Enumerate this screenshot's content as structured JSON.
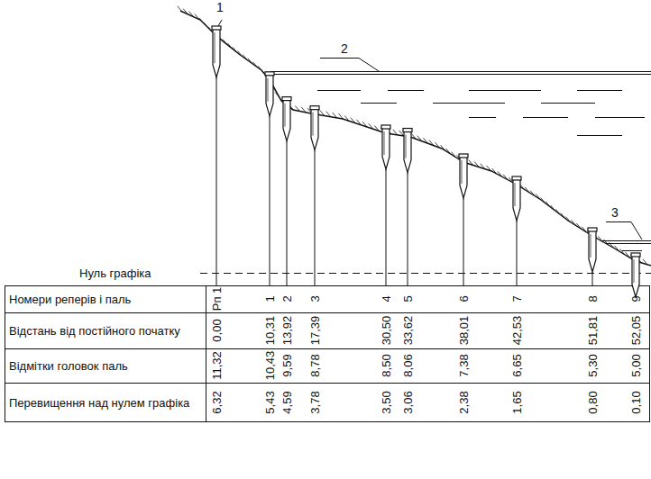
{
  "diagram": {
    "labels": [
      "1",
      "2",
      "3",
      "Нуль графіка",
      "Номери реперів і паль",
      "Рп 1",
      "1",
      "2",
      "3",
      "4",
      "5",
      "6",
      "7",
      "8",
      "9",
      "Відстань від постійного початку",
      "0,00",
      "10,31",
      "13,92",
      "17,39",
      "30,50",
      "33,62",
      "38,01",
      "42,53",
      "51,81",
      "52,05",
      "Відмітки головок паль",
      "11,32",
      "10,43",
      "9,59",
      "8,78",
      "8,50",
      "8,06",
      "7,38",
      "6,65",
      "5,30",
      "5,00",
      "Перевищення над нулем графіка",
      "6,32",
      "5,43",
      "4,59",
      "3,78",
      "3,50",
      "3,06",
      "2,38",
      "1,65",
      "0,80",
      "0,10"
    ]
  }
}
